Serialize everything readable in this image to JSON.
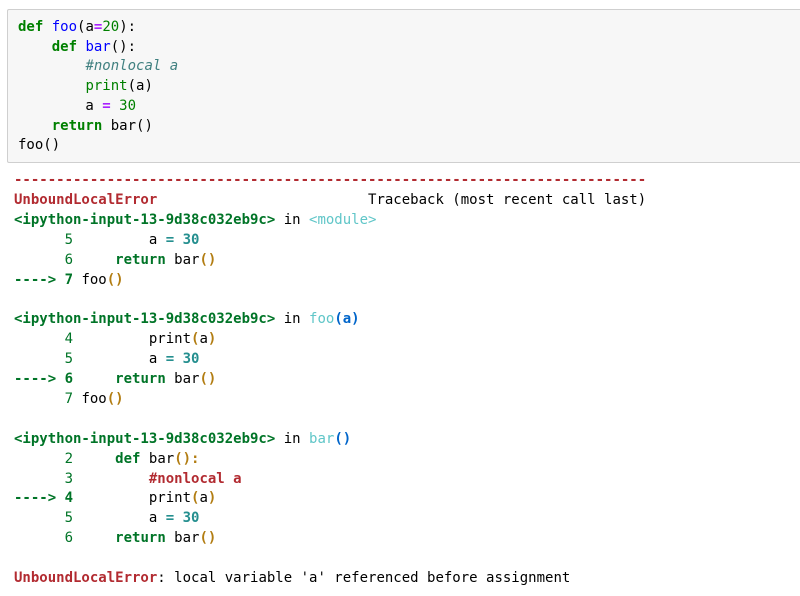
{
  "input": {
    "lines": [
      {
        "t": [
          {
            "c": "kw",
            "v": "def"
          },
          {
            "c": "pn",
            "v": " "
          },
          {
            "c": "fn",
            "v": "foo"
          },
          {
            "c": "pn",
            "v": "(a"
          },
          {
            "c": "op",
            "v": "="
          },
          {
            "c": "num",
            "v": "20"
          },
          {
            "c": "pn",
            "v": "):"
          }
        ]
      },
      {
        "t": [
          {
            "c": "pn",
            "v": "    "
          },
          {
            "c": "kw",
            "v": "def"
          },
          {
            "c": "pn",
            "v": " "
          },
          {
            "c": "fn",
            "v": "bar"
          },
          {
            "c": "pn",
            "v": "():"
          }
        ]
      },
      {
        "t": [
          {
            "c": "pn",
            "v": "        "
          },
          {
            "c": "cm",
            "v": "#nonlocal a"
          }
        ]
      },
      {
        "t": [
          {
            "c": "pn",
            "v": "        "
          },
          {
            "c": "bi",
            "v": "print"
          },
          {
            "c": "pn",
            "v": "(a)"
          }
        ]
      },
      {
        "t": [
          {
            "c": "pn",
            "v": "        a "
          },
          {
            "c": "op",
            "v": "="
          },
          {
            "c": "pn",
            "v": " "
          },
          {
            "c": "num",
            "v": "30"
          }
        ]
      },
      {
        "t": [
          {
            "c": "pn",
            "v": "    "
          },
          {
            "c": "kw",
            "v": "return"
          },
          {
            "c": "pn",
            "v": " bar()"
          }
        ]
      },
      {
        "t": [
          {
            "c": "pn",
            "v": "foo()"
          }
        ]
      }
    ]
  },
  "traceback": {
    "lines": [
      {
        "t": [
          {
            "c": "red",
            "v": "---------------------------------------------------------------------------"
          }
        ]
      },
      {
        "t": [
          {
            "c": "red",
            "v": "UnboundLocalError"
          },
          {
            "c": "blk",
            "v": "                         Traceback (most recent call last)"
          }
        ]
      },
      {
        "t": [
          {
            "c": "grn",
            "v": "<ipython-input-13-9d38c032eb9c>"
          },
          {
            "c": "blk",
            "v": " in "
          },
          {
            "c": "cyn",
            "v": "<module>"
          }
        ]
      },
      {
        "t": [
          {
            "c": "grn-n",
            "v": "      5"
          },
          {
            "c": "blk",
            "v": "         a "
          },
          {
            "c": "teal-b",
            "v": "= 30"
          }
        ]
      },
      {
        "t": [
          {
            "c": "grn-n",
            "v": "      6"
          },
          {
            "c": "blk",
            "v": "     "
          },
          {
            "c": "grn",
            "v": "return"
          },
          {
            "c": "blk",
            "v": " bar"
          },
          {
            "c": "yel-b",
            "v": "()"
          }
        ]
      },
      {
        "t": [
          {
            "c": "grn",
            "v": "----> 7"
          },
          {
            "c": "blk",
            "v": " foo"
          },
          {
            "c": "yel-b",
            "v": "()"
          }
        ]
      },
      {
        "t": [
          {
            "c": "blk",
            "v": " "
          }
        ]
      },
      {
        "t": [
          {
            "c": "grn",
            "v": "<ipython-input-13-9d38c032eb9c>"
          },
          {
            "c": "blk",
            "v": " in "
          },
          {
            "c": "cyn",
            "v": "foo"
          },
          {
            "c": "blu-b",
            "v": "(a)"
          }
        ]
      },
      {
        "t": [
          {
            "c": "grn-n",
            "v": "      4"
          },
          {
            "c": "blk",
            "v": "         print"
          },
          {
            "c": "yel-b",
            "v": "("
          },
          {
            "c": "blk",
            "v": "a"
          },
          {
            "c": "yel-b",
            "v": ")"
          }
        ]
      },
      {
        "t": [
          {
            "c": "grn-n",
            "v": "      5"
          },
          {
            "c": "blk",
            "v": "         a "
          },
          {
            "c": "teal-b",
            "v": "= 30"
          }
        ]
      },
      {
        "t": [
          {
            "c": "grn",
            "v": "----> 6"
          },
          {
            "c": "blk",
            "v": "     "
          },
          {
            "c": "grn",
            "v": "return"
          },
          {
            "c": "blk",
            "v": " bar"
          },
          {
            "c": "yel-b",
            "v": "()"
          }
        ]
      },
      {
        "t": [
          {
            "c": "grn-n",
            "v": "      7"
          },
          {
            "c": "blk",
            "v": " foo"
          },
          {
            "c": "yel-b",
            "v": "()"
          }
        ]
      },
      {
        "t": [
          {
            "c": "blk",
            "v": " "
          }
        ]
      },
      {
        "t": [
          {
            "c": "grn",
            "v": "<ipython-input-13-9d38c032eb9c>"
          },
          {
            "c": "blk",
            "v": " in "
          },
          {
            "c": "cyn",
            "v": "bar"
          },
          {
            "c": "blu-b",
            "v": "()"
          }
        ]
      },
      {
        "t": [
          {
            "c": "grn-n",
            "v": "      2"
          },
          {
            "c": "blk",
            "v": "     "
          },
          {
            "c": "grn",
            "v": "def"
          },
          {
            "c": "blk",
            "v": " bar"
          },
          {
            "c": "yel-b",
            "v": "():"
          }
        ]
      },
      {
        "t": [
          {
            "c": "grn-n",
            "v": "      3"
          },
          {
            "c": "blk",
            "v": "         "
          },
          {
            "c": "red",
            "v": "#nonlocal a"
          }
        ]
      },
      {
        "t": [
          {
            "c": "grn",
            "v": "----> 4"
          },
          {
            "c": "blk",
            "v": "         print"
          },
          {
            "c": "yel-b",
            "v": "("
          },
          {
            "c": "blk",
            "v": "a"
          },
          {
            "c": "yel-b",
            "v": ")"
          }
        ]
      },
      {
        "t": [
          {
            "c": "grn-n",
            "v": "      5"
          },
          {
            "c": "blk",
            "v": "         a "
          },
          {
            "c": "teal-b",
            "v": "= 30"
          }
        ]
      },
      {
        "t": [
          {
            "c": "grn-n",
            "v": "      6"
          },
          {
            "c": "blk",
            "v": "     "
          },
          {
            "c": "grn",
            "v": "return"
          },
          {
            "c": "blk",
            "v": " bar"
          },
          {
            "c": "yel-b",
            "v": "()"
          }
        ]
      },
      {
        "t": [
          {
            "c": "blk",
            "v": " "
          }
        ]
      },
      {
        "t": [
          {
            "c": "red",
            "v": "UnboundLocalError"
          },
          {
            "c": "blk",
            "v": ": local variable 'a' referenced before assignment"
          }
        ]
      }
    ]
  }
}
